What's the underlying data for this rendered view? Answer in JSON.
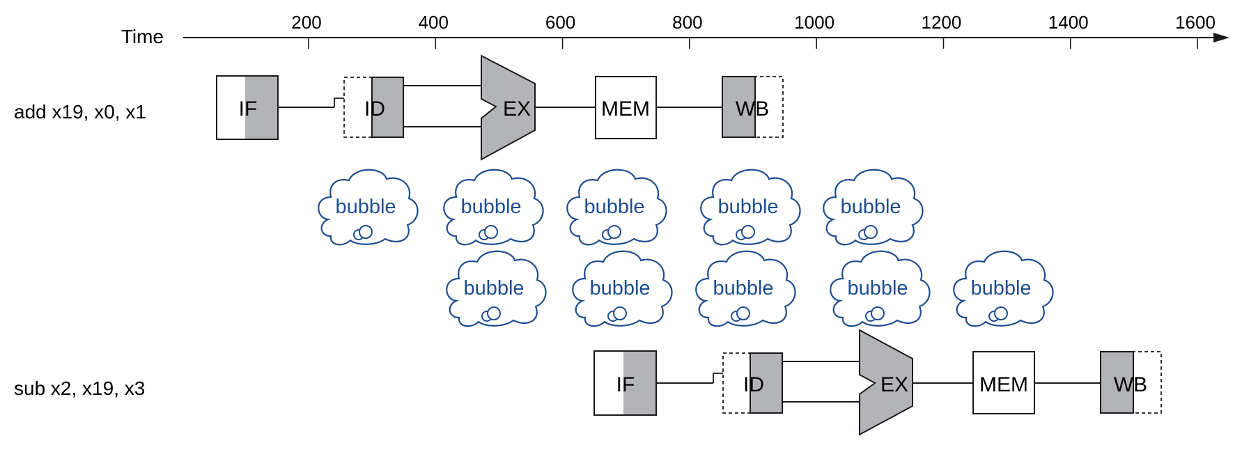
{
  "axis": {
    "label": "Time",
    "ticks": [
      "200",
      "400",
      "600",
      "800",
      "1000",
      "1200",
      "1400",
      "1600"
    ],
    "tick_values": [
      200,
      400,
      600,
      800,
      1000,
      1200,
      1400,
      1600
    ]
  },
  "colors": {
    "stage_shade": "#b3b4b7",
    "stroke": "#1a1a1a",
    "bubble": "#1d4d91"
  },
  "instructions": [
    {
      "label": "add x19, x0, x1",
      "stages": [
        {
          "name": "IF",
          "shape": "register",
          "shade": "right"
        },
        {
          "name": "ID",
          "shape": "register-dashed",
          "shade": "right"
        },
        {
          "name": "EX",
          "shape": "alu",
          "shade": "full"
        },
        {
          "name": "MEM",
          "shape": "box",
          "shade": "none"
        },
        {
          "name": "WB",
          "shape": "register-dashed",
          "shade": "left"
        }
      ]
    },
    {
      "label": "sub x2, x19, x3",
      "stages": [
        {
          "name": "IF",
          "shape": "register",
          "shade": "right"
        },
        {
          "name": "ID",
          "shape": "register-dashed",
          "shade": "right"
        },
        {
          "name": "EX",
          "shape": "alu",
          "shade": "full"
        },
        {
          "name": "MEM",
          "shape": "box",
          "shade": "none"
        },
        {
          "name": "WB",
          "shape": "register-dashed",
          "shade": "left"
        }
      ]
    }
  ],
  "bubbles": {
    "text": "bubble",
    "rows": [
      {
        "count": 5
      },
      {
        "count": 5
      }
    ]
  }
}
